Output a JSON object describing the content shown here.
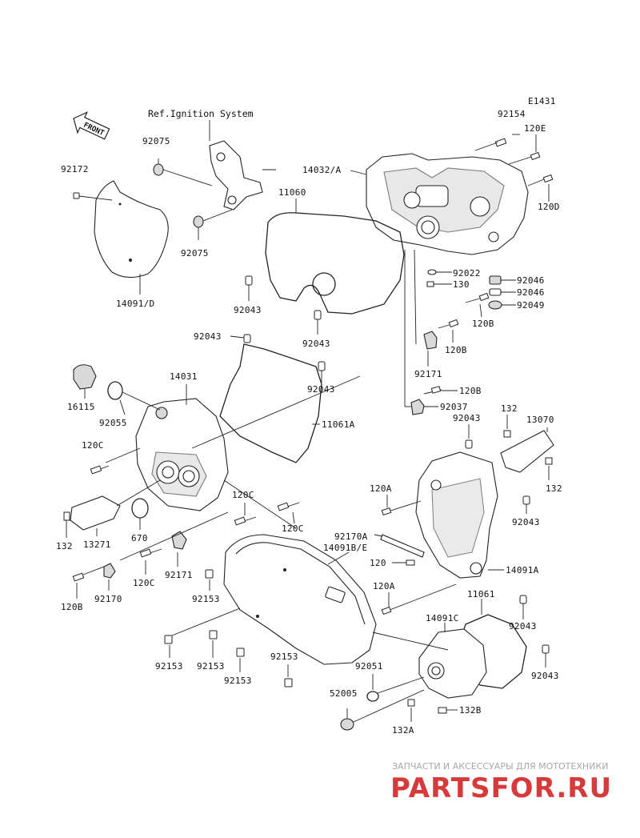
{
  "header": {
    "code": "E1431"
  },
  "front_arrow": {
    "text": "FRONT"
  },
  "ref_text": "Ref.Ignition System",
  "labels": {
    "p92154": "92154",
    "p120E": "120E",
    "p14032A": "14032/A",
    "p120D": "120D",
    "p11060": "11060",
    "p92172": "92172",
    "p92075a": "92075",
    "p92075b": "92075",
    "p14091D": "14091/D",
    "p92043a": "92043",
    "p92043b": "92043",
    "p92022": "92022",
    "p130": "130",
    "p92046a": "92046",
    "p92046b": "92046",
    "p92049": "92049",
    "p120Ba": "120B",
    "p120Bb": "120B",
    "p92171a": "92171",
    "p120Bc": "120B",
    "p92037": "92037",
    "p92043c": "92043",
    "p92043d": "92043",
    "p14031": "14031",
    "p16115": "16115",
    "p92055": "92055",
    "p11061A": "11061A",
    "p120Ca": "120C",
    "p92043e": "92043",
    "p132a": "132",
    "p13070": "13070",
    "p132b": "132",
    "p120A": "120A",
    "p92043f": "92043",
    "p120Cb": "120C",
    "p120Cc": "120C",
    "p132c": "132",
    "p13271": "13271",
    "p670": "670",
    "p92170A": "92170A",
    "p14091BE": "14091B/E",
    "p120": "120",
    "p14091A": "14091A",
    "p92171b": "92171",
    "p120Cd": "120C",
    "p92153a": "92153",
    "p120Bd": "120B",
    "p92170": "92170",
    "p120Ab": "120A",
    "p11061": "11061",
    "p14091C": "14091C",
    "p92043g": "92043",
    "p92153b": "92153",
    "p92153c": "92153",
    "p92153d": "92153",
    "p92153e": "92153",
    "p92051": "92051",
    "p92043h": "92043",
    "p52005": "52005",
    "p132B": "132B",
    "p132A": "132A"
  },
  "watermark": {
    "top": "ЗАПЧАСТИ И АКСЕССУАРЫ ДЛЯ МОТОТЕХНИКИ",
    "logo": "PARTSFOR.RU",
    "color": "#d73a3a"
  }
}
